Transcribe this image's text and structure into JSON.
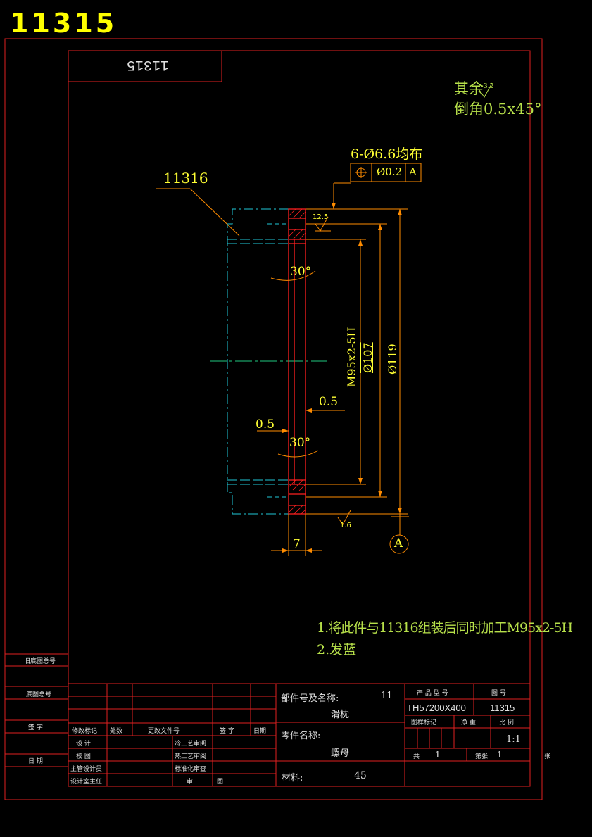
{
  "header": {
    "title": "11315"
  },
  "drawing": {
    "mirrored_code": "11315",
    "notes_top": {
      "line1": "其余",
      "roughness_top": "3.2",
      "line2": "倒角0.5x45°"
    },
    "hole_callout": "6-Ø6.6均布",
    "tolerance_frame": {
      "symbol": "⌖",
      "value": "Ø0.2",
      "datum": "A"
    },
    "part_ref": "11316",
    "roughness_12_5": "12.5",
    "roughness_1_6": "1.6",
    "angle_top": "30°",
    "angle_bottom": "30°",
    "dim_thread": "M95x2-5H",
    "dim_d107": "Ø107",
    "dim_d119": "Ø119",
    "dim_05_right": "0.5",
    "dim_05_left": "0.5",
    "dim_width": "7",
    "datum_label": "A",
    "tech_notes": [
      "1.将此件与11316组装后同时加工M95x2-5H",
      "2.发蓝"
    ]
  },
  "left_column": {
    "labels": [
      "旧底图总号",
      "底图总号",
      "签 字",
      "日 期"
    ]
  },
  "title_block": {
    "component_label": "部件号及名称:",
    "component_no": "11",
    "component_name": "滑枕",
    "part_label": "零件名称:",
    "part_name": "螺母",
    "material_label": "材料:",
    "material": "45",
    "product_model_label": "产 品 型 号",
    "drawing_no_label": "图 号",
    "product_model": "TH57200X400",
    "drawing_no": "11315",
    "mark_label": "图样标记",
    "weight_label": "净 重",
    "scale_label": "比 例",
    "scale": "1:1",
    "total_label": "共",
    "total": "1",
    "sheet_label": "第张",
    "sheet": "1",
    "sheet_unit": "张",
    "rev_headers": [
      "修改标记",
      "处数",
      "更改文件号",
      "签 字",
      "日期"
    ],
    "sign_rows": [
      [
        "设 计",
        "冷工艺审阅"
      ],
      [
        "校 图",
        "热工艺审阅"
      ],
      [
        "主管设计员",
        "标准化审查"
      ],
      [
        "设计室主任",
        "审",
        "图"
      ]
    ]
  }
}
